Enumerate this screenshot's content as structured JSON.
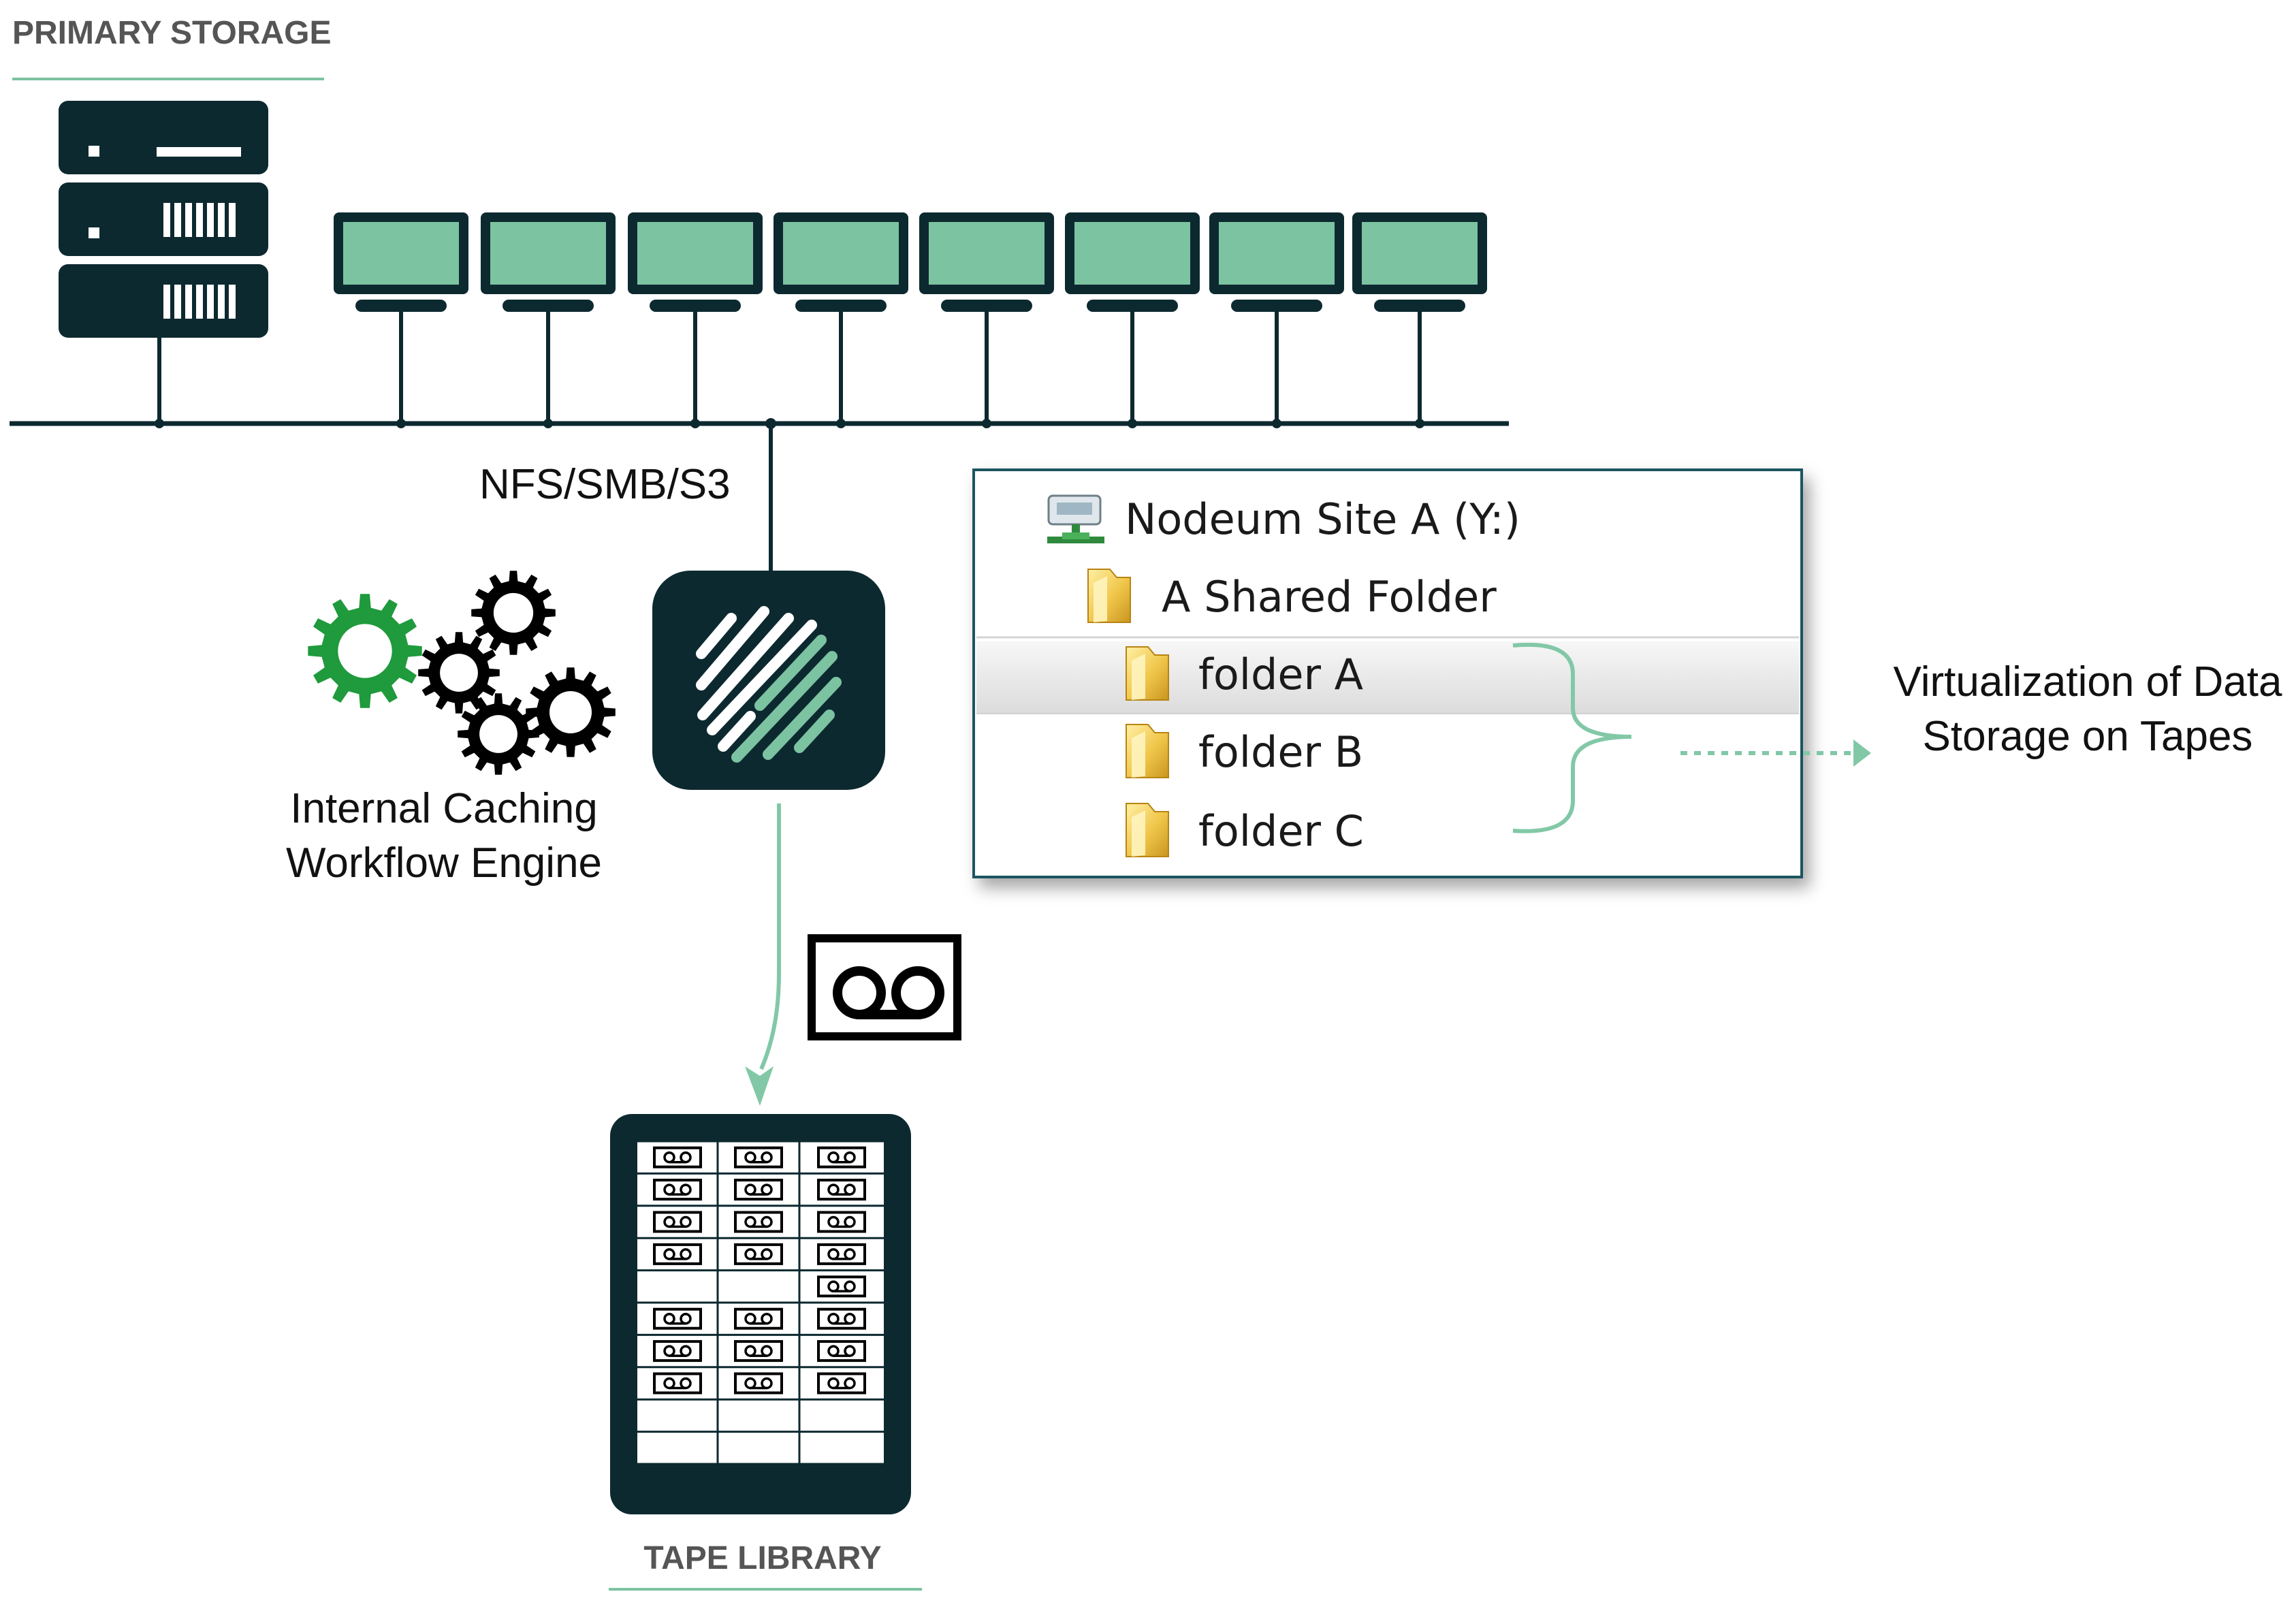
{
  "primary_storage_label": "PRIMARY STORAGE",
  "protocol_label": "NFS/SMB/S3",
  "engine_label": {
    "line1": "Internal Caching",
    "line2": "Workflow Engine"
  },
  "tape_library_label": "TAPE LIBRARY",
  "explorer": {
    "drive": "Nodeum Site A (Y:)",
    "shared_folder": "A Shared Folder",
    "folders": [
      "folder A",
      "folder B",
      "folder C"
    ]
  },
  "virtualization_label": {
    "line1": "Virtualization of Data",
    "line2": "Storage on Tapes"
  },
  "icons": {
    "server": "server-rack-icon",
    "monitor": "monitor-icon",
    "gear": "gear-icon",
    "nodeum": "nodeum-logo-icon",
    "cassette": "tape-cassette-icon",
    "library": "tape-library-icon",
    "drive": "network-drive-icon",
    "folder": "folder-icon"
  },
  "colors": {
    "dark": "#0d2930",
    "green": "#7cc3a1",
    "gear_green": "#1f9a3c",
    "connector_green": "#82c8a7"
  }
}
